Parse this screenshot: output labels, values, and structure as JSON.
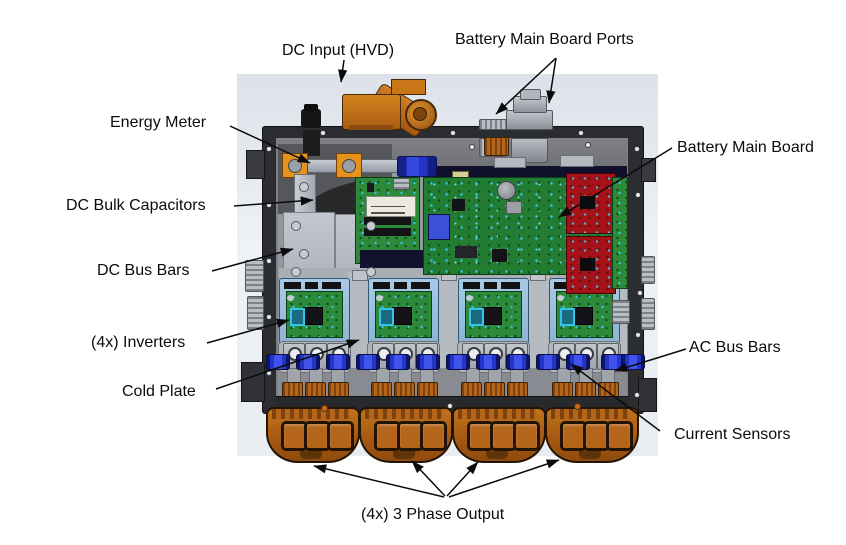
{
  "figure": {
    "type": "labeled engineering diagram",
    "callouts": [
      {
        "id": "dc-input",
        "text": "DC Input (HVD)"
      },
      {
        "id": "battery-main-board-ports",
        "text": "Battery Main Board Ports"
      },
      {
        "id": "energy-meter",
        "text": "Energy Meter"
      },
      {
        "id": "battery-main-board",
        "text": "Battery Main Board"
      },
      {
        "id": "dc-bulk-capacitors",
        "text": "DC Bulk Capacitors"
      },
      {
        "id": "dc-bus-bars",
        "text": "DC Bus Bars"
      },
      {
        "id": "inverters",
        "text": "(4x) Inverters"
      },
      {
        "id": "ac-bus-bars",
        "text": "AC Bus Bars"
      },
      {
        "id": "cold-plate",
        "text": "Cold Plate"
      },
      {
        "id": "current-sensors",
        "text": "Current Sensors"
      },
      {
        "id": "phase-output",
        "text": "(4x) 3 Phase Output"
      }
    ],
    "colors": {
      "connector_orange": "#b5651a",
      "pcb_green": "#227c31",
      "inverter_pcb_green": "#2c8a3a",
      "daughter_board_red": "#a51318",
      "current_sensor_blue": "#2334c8",
      "inverter_frame_blue": "#9cc2de",
      "enclosure_gray": "#2c2d30",
      "panel_gray": "#94979d",
      "label_ink": "#0b0b0b"
    }
  }
}
